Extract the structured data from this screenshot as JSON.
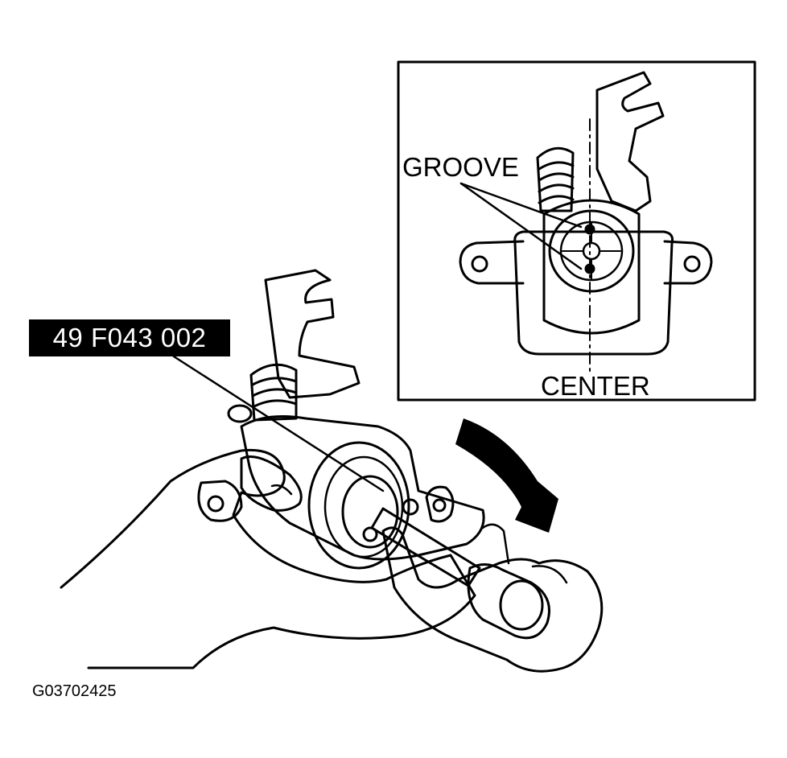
{
  "labels": {
    "tool_number": "49 F043 002",
    "groove": "GROOVE",
    "center": "CENTER",
    "figure_code": "G03702425"
  },
  "colors": {
    "ink": "#000000",
    "paper": "#ffffff",
    "tool_label_background": "#000000",
    "tool_label_text": "#ffffff"
  },
  "icons": {
    "rotation_arrow": "curved-arrow-clockwise-icon"
  }
}
